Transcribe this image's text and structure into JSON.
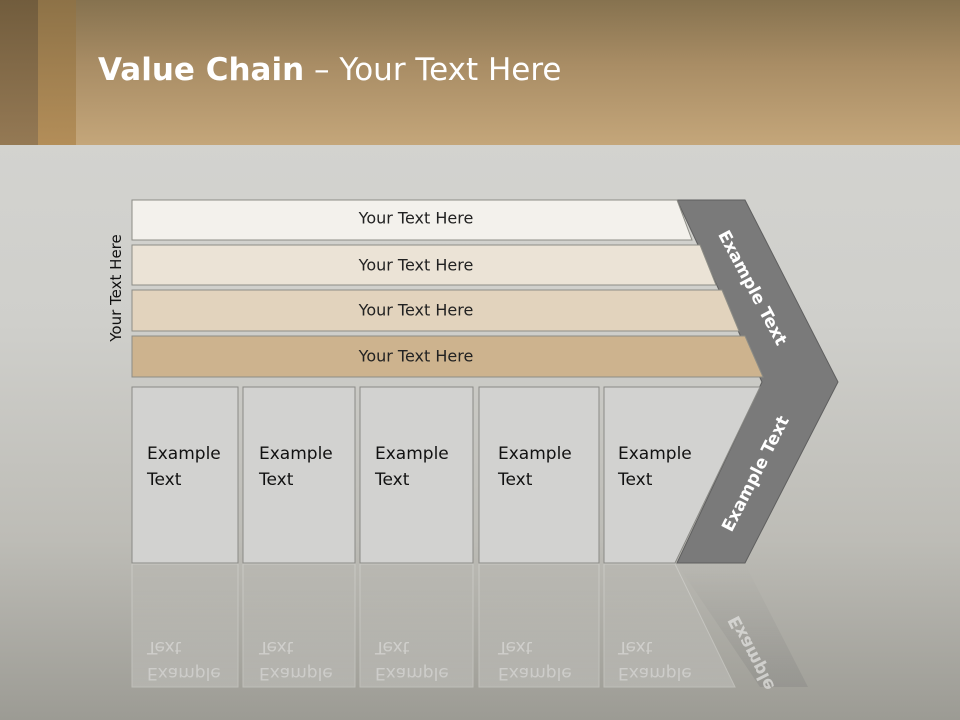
{
  "title": {
    "bold": "Value Chain",
    "rest": " – Your Text Here"
  },
  "side_label": "Your Text Here",
  "bars": [
    {
      "label": "Your Text Here",
      "color": "#f3f1ec"
    },
    {
      "label": "Your Text Here",
      "color": "#ebe3d6"
    },
    {
      "label": "Your Text Here",
      "color": "#e2d3bd"
    },
    {
      "label": "Your Text Here",
      "color": "#cdb38e"
    }
  ],
  "boxes": [
    {
      "line1": "Example",
      "line2": "Text"
    },
    {
      "line1": "Example",
      "line2": "Text"
    },
    {
      "line1": "Example",
      "line2": "Text"
    },
    {
      "line1": "Example",
      "line2": "Text"
    },
    {
      "line1": "Example",
      "line2": "Text"
    }
  ],
  "chevron": {
    "upper": "Example Text",
    "lower": "Example Text",
    "color": "#7a7a7a"
  }
}
